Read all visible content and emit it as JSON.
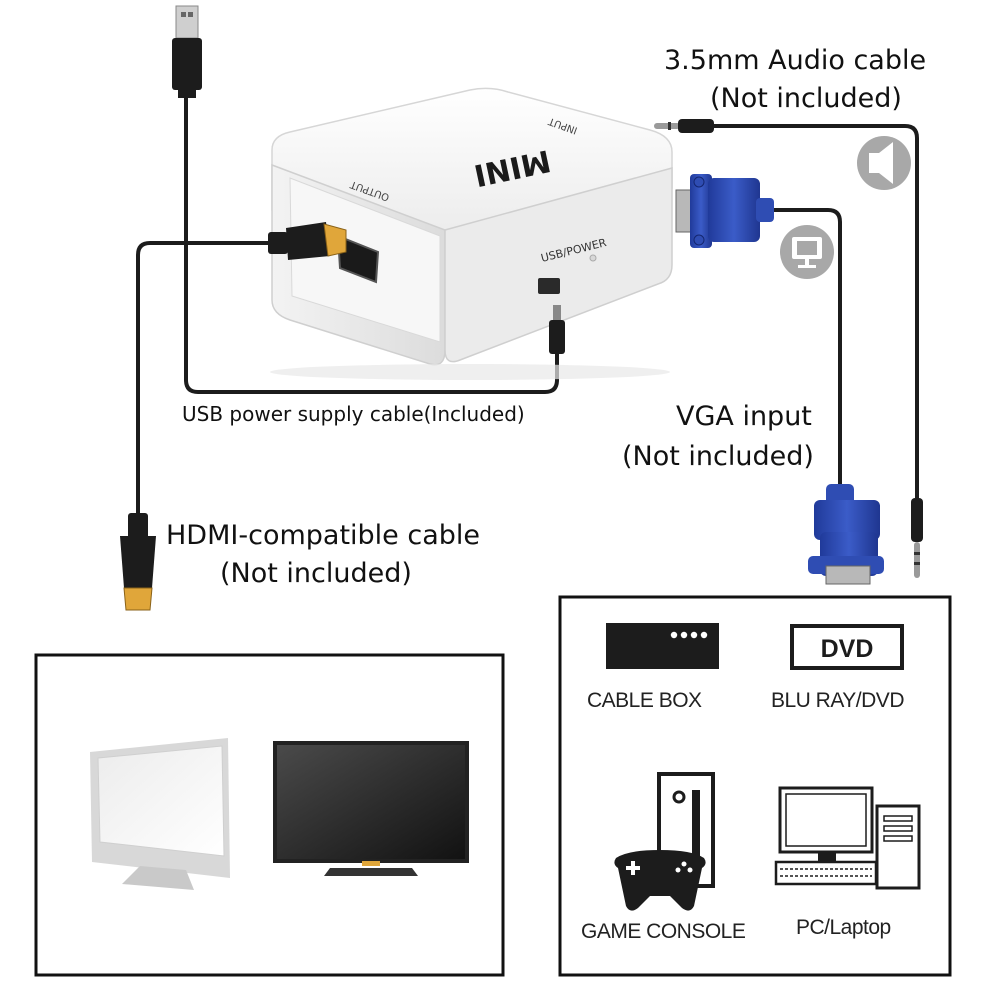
{
  "labels": {
    "audio_cable_line1": "3.5mm Audio cable",
    "audio_cable_line2": "(Not included)",
    "usb_cable": "USB power supply cable(Included)",
    "vga_line1": "VGA input",
    "vga_line2": "(Not included)",
    "hdmi_line1": "HDMI-compatible cable",
    "hdmi_line2": "(Not included)"
  },
  "adapter": {
    "brand": "MINI",
    "output_port": "OUTPUT",
    "input_port": "INPUT",
    "power_port": "USB/POWER"
  },
  "sources": {
    "cable_box": "CABLE BOX",
    "dvd_badge": "DVD",
    "blu_ray": "BLU RAY/DVD",
    "game_console": "GAME CONSOLE",
    "pc_laptop": "PC/Laptop"
  },
  "colors": {
    "cable": "#1c1c1c",
    "vga_blue": "#2f4db3",
    "hdmi_gold": "#e0a63a",
    "adapter_white": "#f4f4f4",
    "icon_grey": "#9a9a9a"
  }
}
